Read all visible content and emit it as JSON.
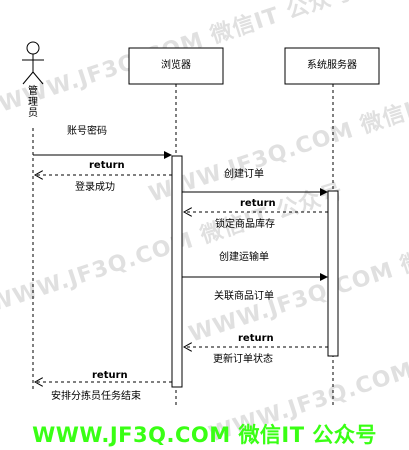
{
  "watermark": "WWW.JF3Q.COM 微信IT 公众号",
  "footer_text": "WWW.JF3Q.COM 微信IT 公众号",
  "actor": {
    "name": "管理员"
  },
  "participants": [
    {
      "id": "browser",
      "label": "浏览器"
    },
    {
      "id": "server",
      "label": "系统服务器"
    }
  ],
  "messages": [
    {
      "id": "m1",
      "label": "账号密码"
    },
    {
      "id": "m2",
      "label": "return"
    },
    {
      "id": "m2b",
      "label": "登录成功"
    },
    {
      "id": "m3",
      "label": "创建订单"
    },
    {
      "id": "m4",
      "label": "return"
    },
    {
      "id": "m4b",
      "label": "锁定商品库存"
    },
    {
      "id": "m5",
      "label": "创建运输单"
    },
    {
      "id": "m6",
      "label": "关联商品订单"
    },
    {
      "id": "m7",
      "label": "return"
    },
    {
      "id": "m7b",
      "label": "更新订单状态"
    },
    {
      "id": "m8",
      "label": "return"
    },
    {
      "id": "m8b",
      "label": "安排分拣员任务结束"
    }
  ]
}
